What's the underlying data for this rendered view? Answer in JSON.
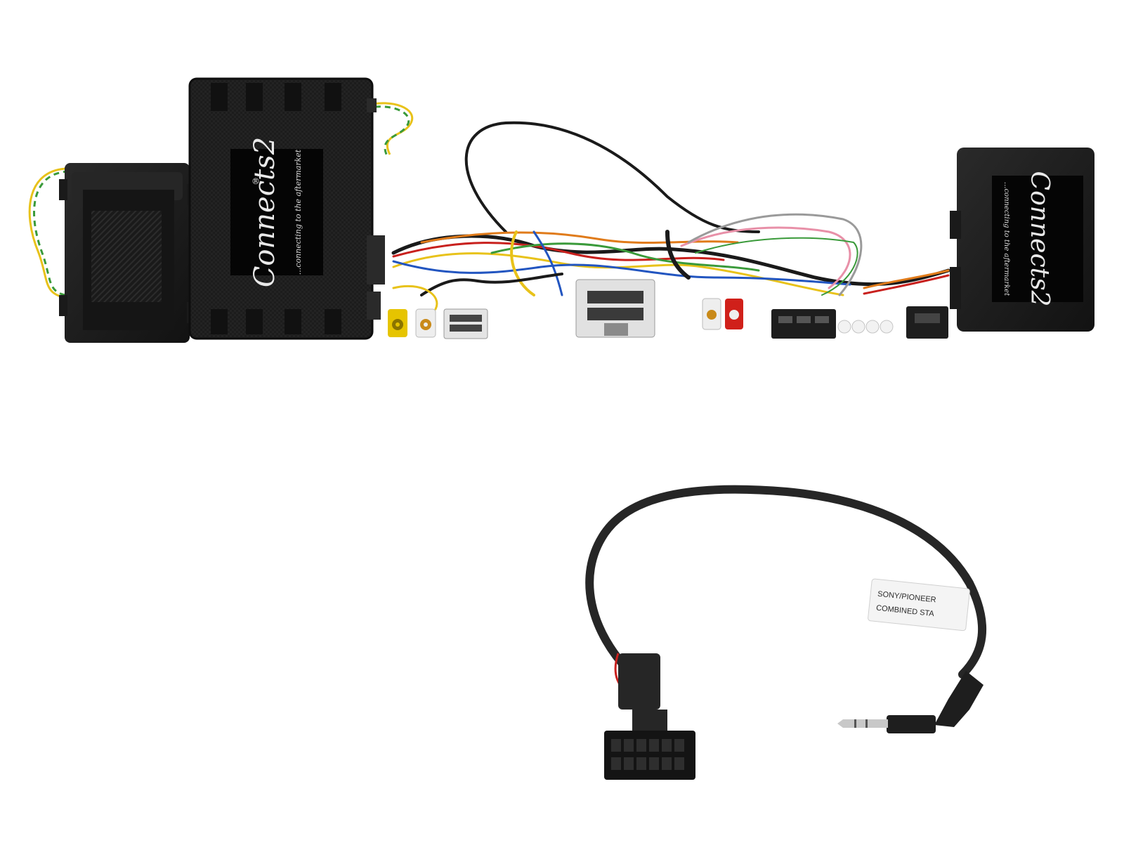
{
  "photo": {
    "brand_name": "Connects2",
    "registered_mark": "®",
    "tagline": "...connecting to the aftermarket",
    "cable_label_line1": "SONY/PIONEER",
    "cable_label_line2": "COMBINED STA",
    "colors": {
      "background": "#ffffff",
      "module_body": "#1d1d1d",
      "wire_yellow": "#e8c21a",
      "wire_green": "#3a9a3a",
      "wire_red": "#c8201d",
      "wire_blue": "#2255c0",
      "wire_orange": "#e07b1a",
      "wire_pink": "#e890a8",
      "wire_grey": "#9a9a9a",
      "rca_yellow": "#e6c400",
      "rca_red": "#d0201a",
      "rca_white": "#eeeeee"
    }
  }
}
